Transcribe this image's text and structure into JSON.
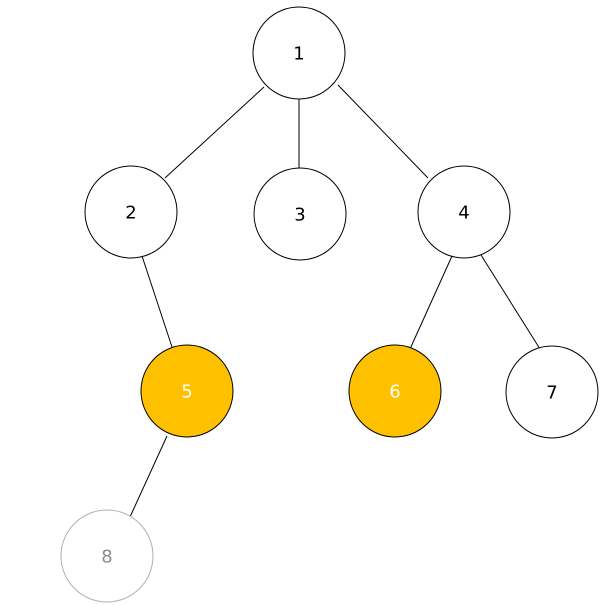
{
  "nodes": [
    {
      "id": "1",
      "label": "1",
      "style": "default"
    },
    {
      "id": "2",
      "label": "2",
      "style": "default"
    },
    {
      "id": "3",
      "label": "3",
      "style": "default"
    },
    {
      "id": "4",
      "label": "4",
      "style": "default"
    },
    {
      "id": "5",
      "label": "5",
      "style": "highlighted"
    },
    {
      "id": "6",
      "label": "6",
      "style": "highlighted"
    },
    {
      "id": "7",
      "label": "7",
      "style": "default"
    },
    {
      "id": "8",
      "label": "8",
      "style": "faded"
    }
  ],
  "edges": [
    {
      "from": "1",
      "to": "2"
    },
    {
      "from": "1",
      "to": "3"
    },
    {
      "from": "1",
      "to": "4"
    },
    {
      "from": "2",
      "to": "5"
    },
    {
      "from": "4",
      "to": "6"
    },
    {
      "from": "4",
      "to": "7"
    },
    {
      "from": "5",
      "to": "8"
    }
  ],
  "colors": {
    "default_fill": "#ffffff",
    "default_stroke": "#000000",
    "default_text": "#000000",
    "highlight_fill": "#ffc000",
    "highlight_stroke": "#000000",
    "highlight_text": "#ffffff",
    "faded_fill": "#ffffff",
    "faded_stroke": "#b0b0b0",
    "faded_text": "#8c8c8c",
    "edge": "#000000"
  }
}
